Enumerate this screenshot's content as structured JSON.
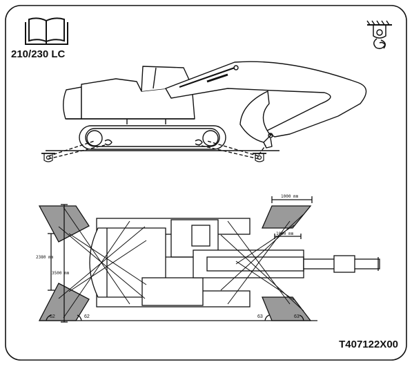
{
  "model": "210/230 LC",
  "doc_code": "T407122X00",
  "dimensions": {
    "top_width_1": "1000 mm",
    "top_width_2": "1000 mm",
    "width_inner": "2380 mm",
    "width_outer": "3500 mm"
  },
  "angles": {
    "rear_left": "62",
    "rear_right": "62",
    "front_left": "63",
    "front_right": "63"
  },
  "icons": {
    "manual": "manual-book-icon",
    "tiedown": "tie-down-anchor-icon"
  }
}
